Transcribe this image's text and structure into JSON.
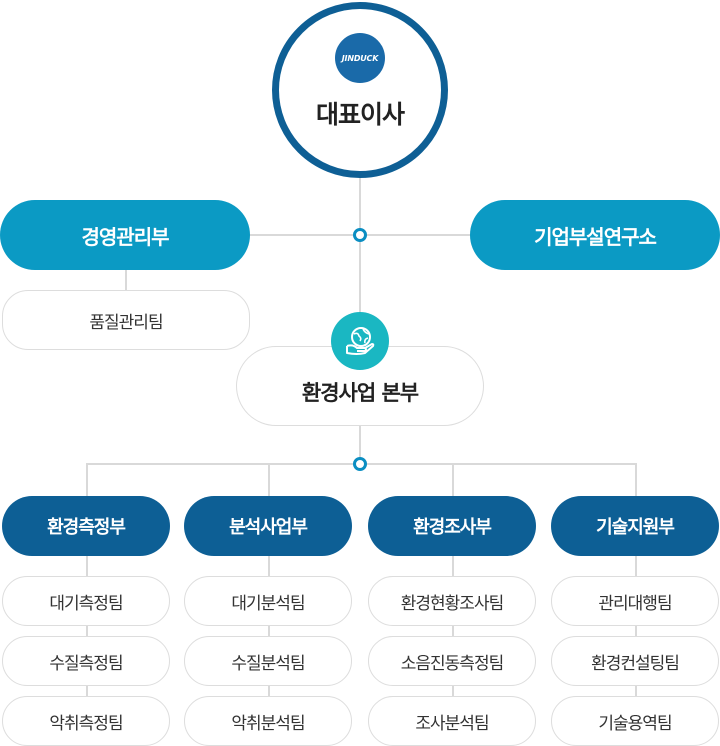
{
  "ceo": {
    "logo_text": "JINDUCK",
    "title": "대표이사"
  },
  "side_units": {
    "management": "경영관리부",
    "rnd": "기업부설연구소",
    "quality_team": "품질관리팀"
  },
  "hub": {
    "title": "환경사업 본부",
    "icon": "globe-hands-icon"
  },
  "departments": [
    {
      "name": "환경측정부",
      "teams": [
        "대기측정팀",
        "수질측정팀",
        "악취측정팀"
      ]
    },
    {
      "name": "분석사업부",
      "teams": [
        "대기분석팀",
        "수질분석팀",
        "악취분석팀"
      ]
    },
    {
      "name": "환경조사부",
      "teams": [
        "환경현황조사팀",
        "소음진동측정팀",
        "조사분석팀"
      ]
    },
    {
      "name": "기술지원부",
      "teams": [
        "관리대행팀",
        "환경컨설팅팀",
        "기술용역팀"
      ]
    }
  ],
  "colors": {
    "main_pill": "#0b9ac4",
    "dept_pill": "#0d5f95",
    "ceo_ring": "#0e5f95",
    "hub_icon": "#1ab7c2",
    "connector": "#d9d9d9"
  }
}
